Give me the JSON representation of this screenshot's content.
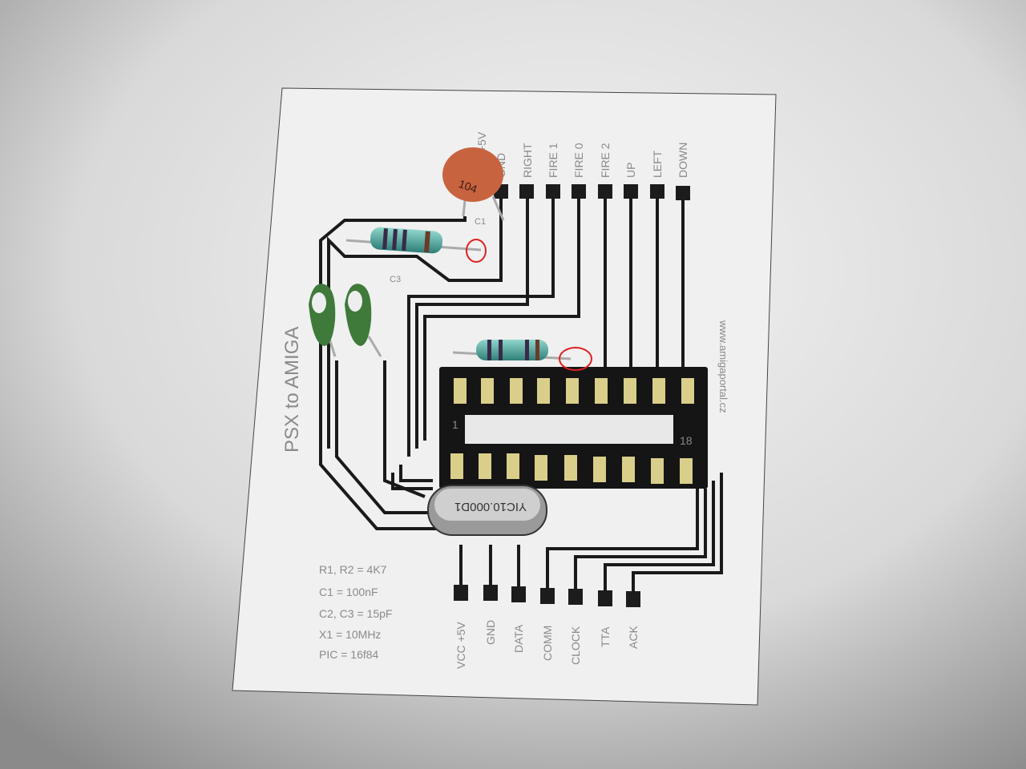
{
  "title": "PSX to AMIGA",
  "website": "www.amigaportal.cz",
  "top_pins": [
    "+5V",
    "GND",
    "RIGHT",
    "FIRE 1",
    "FIRE 0",
    "FIRE 2",
    "UP",
    "LEFT",
    "DOWN"
  ],
  "bottom_pins": [
    "VCC +5V",
    "GND",
    "DATA",
    "COMM",
    "CLOCK",
    "TTA",
    "ACK"
  ],
  "parts_list": [
    "R1, R2 = 4K7",
    "C1 = 100nF",
    "C2, C3 = 15pF",
    "X1 = 10MHz",
    "PIC = 16f84"
  ],
  "component_labels": {
    "c1": "C1",
    "c3": "C3",
    "cap_code": "104",
    "crystal": "YIC10.000D1",
    "socket_pin1": "1",
    "socket_pin18": "18"
  },
  "colors": {
    "paper": "#f2f2f2",
    "trace": "#1a1a1a",
    "ceramic_cap": "#c8633f",
    "green_cap": "#3f7a3a",
    "resistor": "#4aa8a0",
    "marker": "#e02020"
  }
}
